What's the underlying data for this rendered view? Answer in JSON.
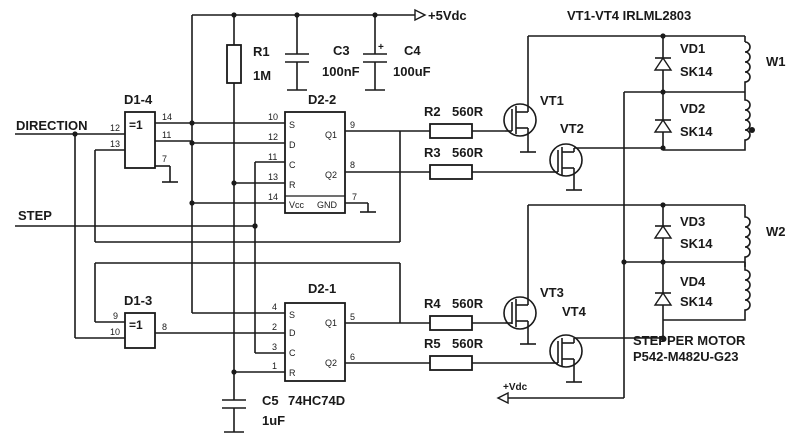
{
  "labels": {
    "supply": "+5Vdc",
    "transistors_note": "VT1-VT4 IRLML2803",
    "r1": "R1",
    "r1_val": "1M",
    "c3": "C3",
    "c3_val": "100nF",
    "c4": "C4",
    "c4_val": "100uF",
    "c4_plus": "+",
    "d14": "D1-4",
    "d13": "D1-3",
    "xor_symbol": "=1",
    "d22": "D2-2",
    "d21": "D2-1",
    "direction": "DIRECTION",
    "step": "STEP",
    "r2": "R2",
    "r2_val": "560R",
    "r3": "R3",
    "r3_val": "560R",
    "r4": "R4",
    "r4_val": "560R",
    "r5": "R5",
    "r5_val": "560R",
    "vt1": "VT1",
    "vt2": "VT2",
    "vt3": "VT3",
    "vt4": "VT4",
    "vd1": "VD1",
    "vd1_type": "SK14",
    "vd2": "VD2",
    "vd2_type": "SK14",
    "vd3": "VD3",
    "vd3_type": "SK14",
    "vd4": "VD4",
    "vd4_type": "SK14",
    "w1": "W1",
    "w2": "W2",
    "motor_title": "STEPPER MOTOR",
    "motor_model": "P542-M482U-G23",
    "vdc_arrow": "+Vdc",
    "c5": "C5",
    "c5_val": "1uF",
    "ff_chip": "74HC74D"
  },
  "pins": {
    "d14_in1": "12",
    "d14_in2": "13",
    "d14_out": "11",
    "d14_gnd": "7",
    "d14_vcc": "14",
    "d13_in1": "9",
    "d13_in2": "10",
    "d13_out": "8",
    "d22_s": "10",
    "d22_d": "12",
    "d22_c": "11",
    "d22_r": "13",
    "d22_vcc": "14",
    "d22_gnd": "7",
    "d22_q1": "9",
    "d22_q2": "8",
    "d21_s": "4",
    "d21_d": "2",
    "d21_c": "3",
    "d21_r": "1",
    "d21_q1": "5",
    "d21_q2": "6"
  },
  "pin_names": {
    "s": "S",
    "d": "D",
    "c": "C",
    "r": "R",
    "q1": "Q1",
    "q2": "Q2",
    "vcc": "Vcc",
    "gnd": "GND"
  }
}
